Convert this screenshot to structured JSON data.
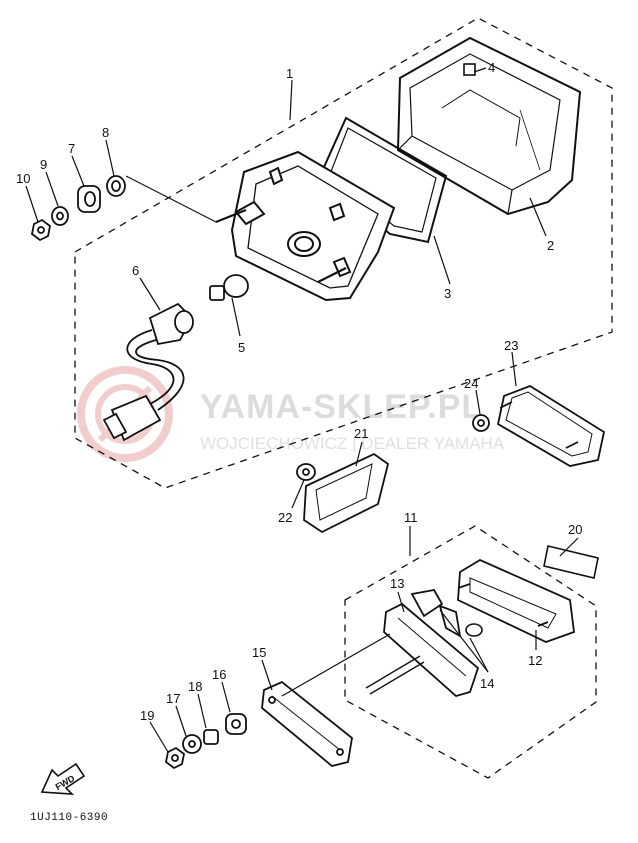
{
  "diagram": {
    "callouts": {
      "c1": "1",
      "c2": "2",
      "c3": "3",
      "c4": "4",
      "c5": "5",
      "c6": "6",
      "c7": "7",
      "c8": "8",
      "c9": "9",
      "c10": "10",
      "c11": "11",
      "c12": "12",
      "c13": "13",
      "c14": "14",
      "c15": "15",
      "c16": "16",
      "c17": "17",
      "c18": "18",
      "c19": "19",
      "c20": "20",
      "c21": "21",
      "c22": "22",
      "c23": "23",
      "c24": "24"
    },
    "front_arrow": "FWD",
    "diagram_code": "1UJ110-6390"
  },
  "watermark": {
    "title": "YAMA-SKLEP.PL",
    "subtitle": "WOJCIECHOWICZ | DEALER YAMAHA"
  }
}
